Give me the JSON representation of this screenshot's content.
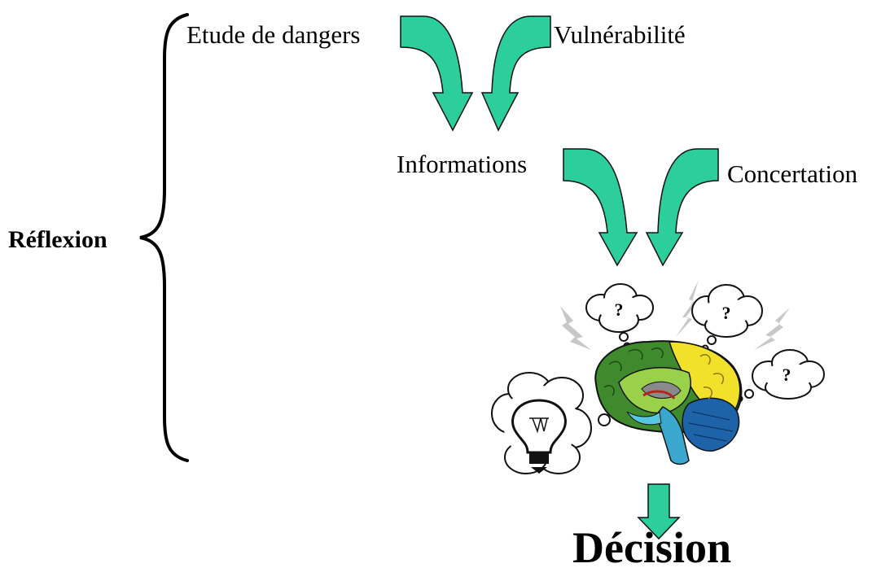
{
  "diagram": {
    "bracket_label": "Réflexion",
    "inputs_stage1": {
      "left": "Etude de dangers",
      "right": "Vulnérabilité"
    },
    "inputs_stage2": {
      "left": "Informations",
      "right": "Concertation"
    },
    "thought_marks": [
      "?",
      "?",
      "?"
    ],
    "result": "Décision",
    "colors": {
      "arrow_fill": "#2ccf9c",
      "arrow_stroke": "#111111",
      "brain_cerebrum": "#3e8a2c",
      "brain_frontal": "#f1e12b",
      "brain_cerebellum": "#1e63a8",
      "brain_stem": "#3aa7cf",
      "lightning": "#c8c8c8"
    },
    "icons": [
      "curly-brace",
      "curved-arrow",
      "down-arrow",
      "brain-illustration",
      "thought-bubble",
      "light-bulb-icon",
      "lightning-bolt"
    ]
  }
}
